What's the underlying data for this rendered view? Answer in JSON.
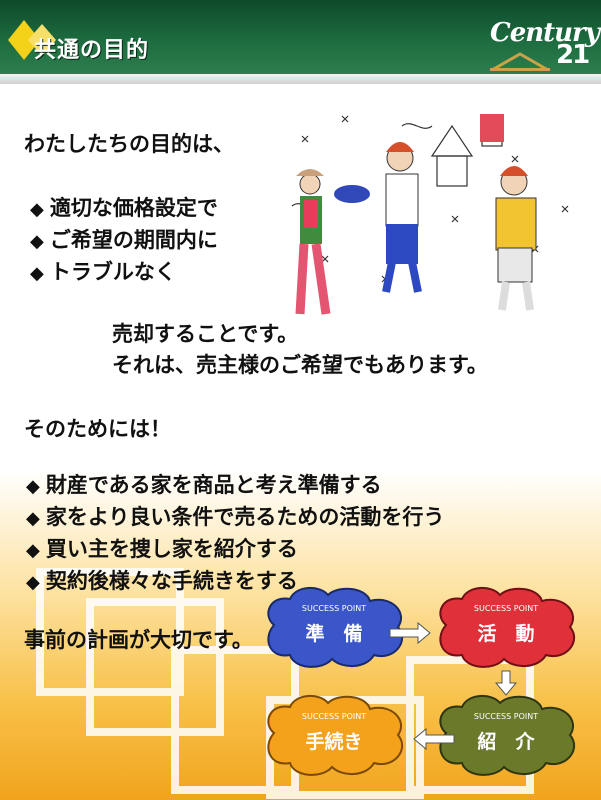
{
  "header": {
    "title": "共通の目的",
    "logo_text": "Century",
    "logo_number": "21"
  },
  "intro": {
    "lead": "わたしたちの目的は、",
    "bullets": [
      "適切な価格設定で",
      "ご希望の期間内に",
      "トラブルなく"
    ],
    "conclusion_1": "売却することです。",
    "conclusion_2": "それは、売主様のご希望でもあります。"
  },
  "section2": {
    "heading": "そのためには！",
    "items": [
      "財産である家を商品と考え準備する",
      "家をより良い条件で売るための活動を行う",
      "買い主を捜し家を紹介する",
      "契約後様々な手続きをする"
    ],
    "closing": "事前の計画が大切です。"
  },
  "bullet_glyph": "◆",
  "flow": {
    "label": "SUCCESS POINT",
    "steps": [
      "準　備",
      "活　動",
      "紹　介",
      "手続き"
    ],
    "colors": {
      "prep": "#3a56c8",
      "activity": "#e0303a",
      "intro": "#6b7a2a",
      "procedure": "#f4a11c"
    }
  },
  "colors": {
    "header": "#1f6e41",
    "accent_yellow": "#f4d21a"
  }
}
